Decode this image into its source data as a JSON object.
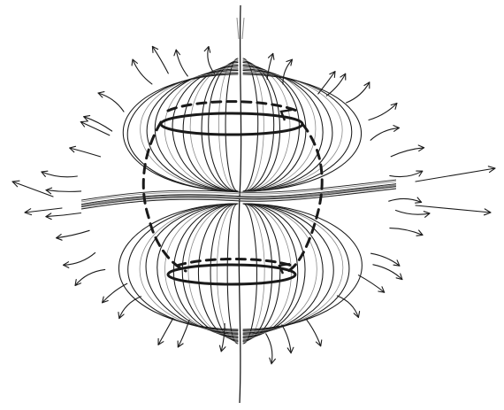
{
  "figure": {
    "kind": "hand-drawn field-line sketch",
    "text": "",
    "ink_color": "#1a1a1a",
    "faint_ink_color": "#8a8a8a",
    "background_color": "#ffffff",
    "lobes": [
      "upper-left",
      "upper-right",
      "lower-left",
      "lower-right"
    ],
    "loops_per_lobe": 13,
    "outflow_arrows": 40
  }
}
